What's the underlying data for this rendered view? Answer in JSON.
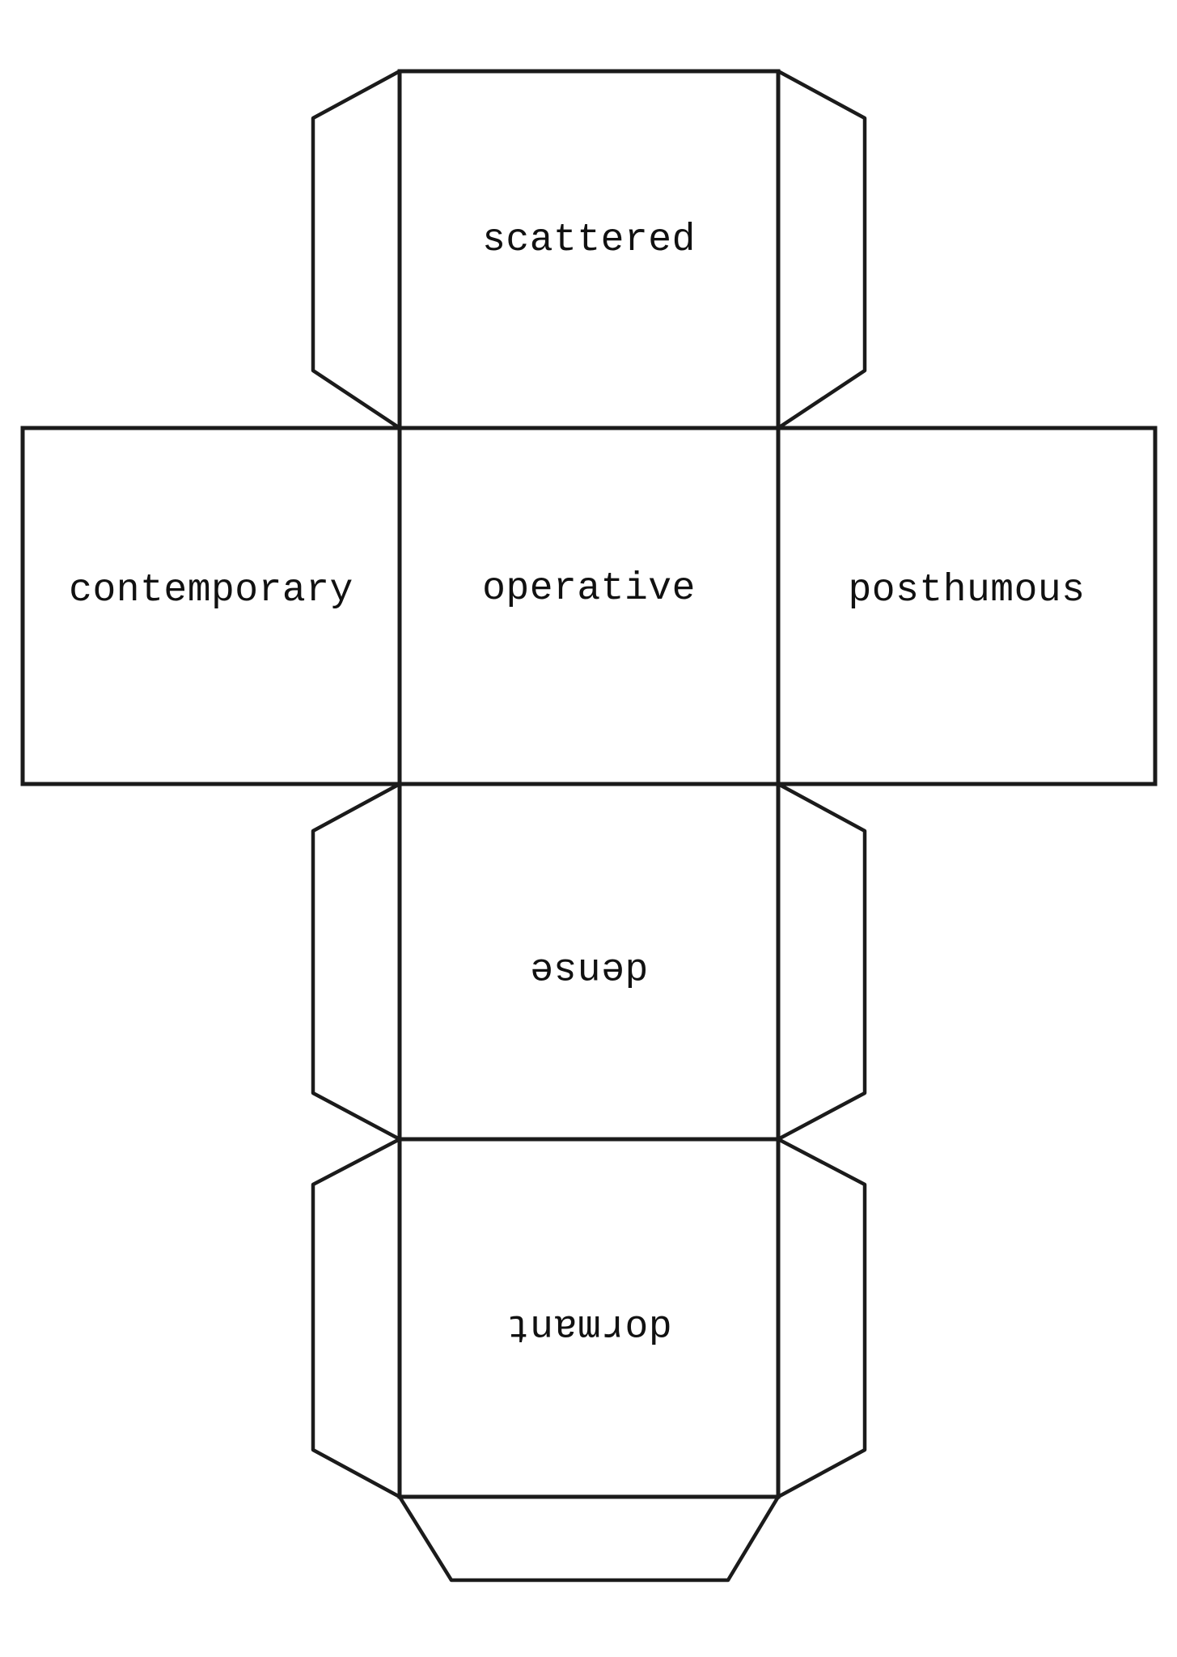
{
  "document": {
    "kind": "cube-net-template",
    "description_visible_words_only": true
  },
  "faces": {
    "top": {
      "label": "scattered",
      "rotation_deg": 0
    },
    "middle_left": {
      "label": "contemporary",
      "rotation_deg": 0
    },
    "middle_center": {
      "label": "operative",
      "rotation_deg": 0
    },
    "middle_right": {
      "label": "posthumous",
      "rotation_deg": 0
    },
    "lower": {
      "label": "dense",
      "rotation_deg": 180
    },
    "bottom": {
      "label": "dormant",
      "rotation_deg": 180
    }
  },
  "colors": {
    "line": "#1b1b1b",
    "text": "#111111",
    "background": "#ffffff"
  }
}
